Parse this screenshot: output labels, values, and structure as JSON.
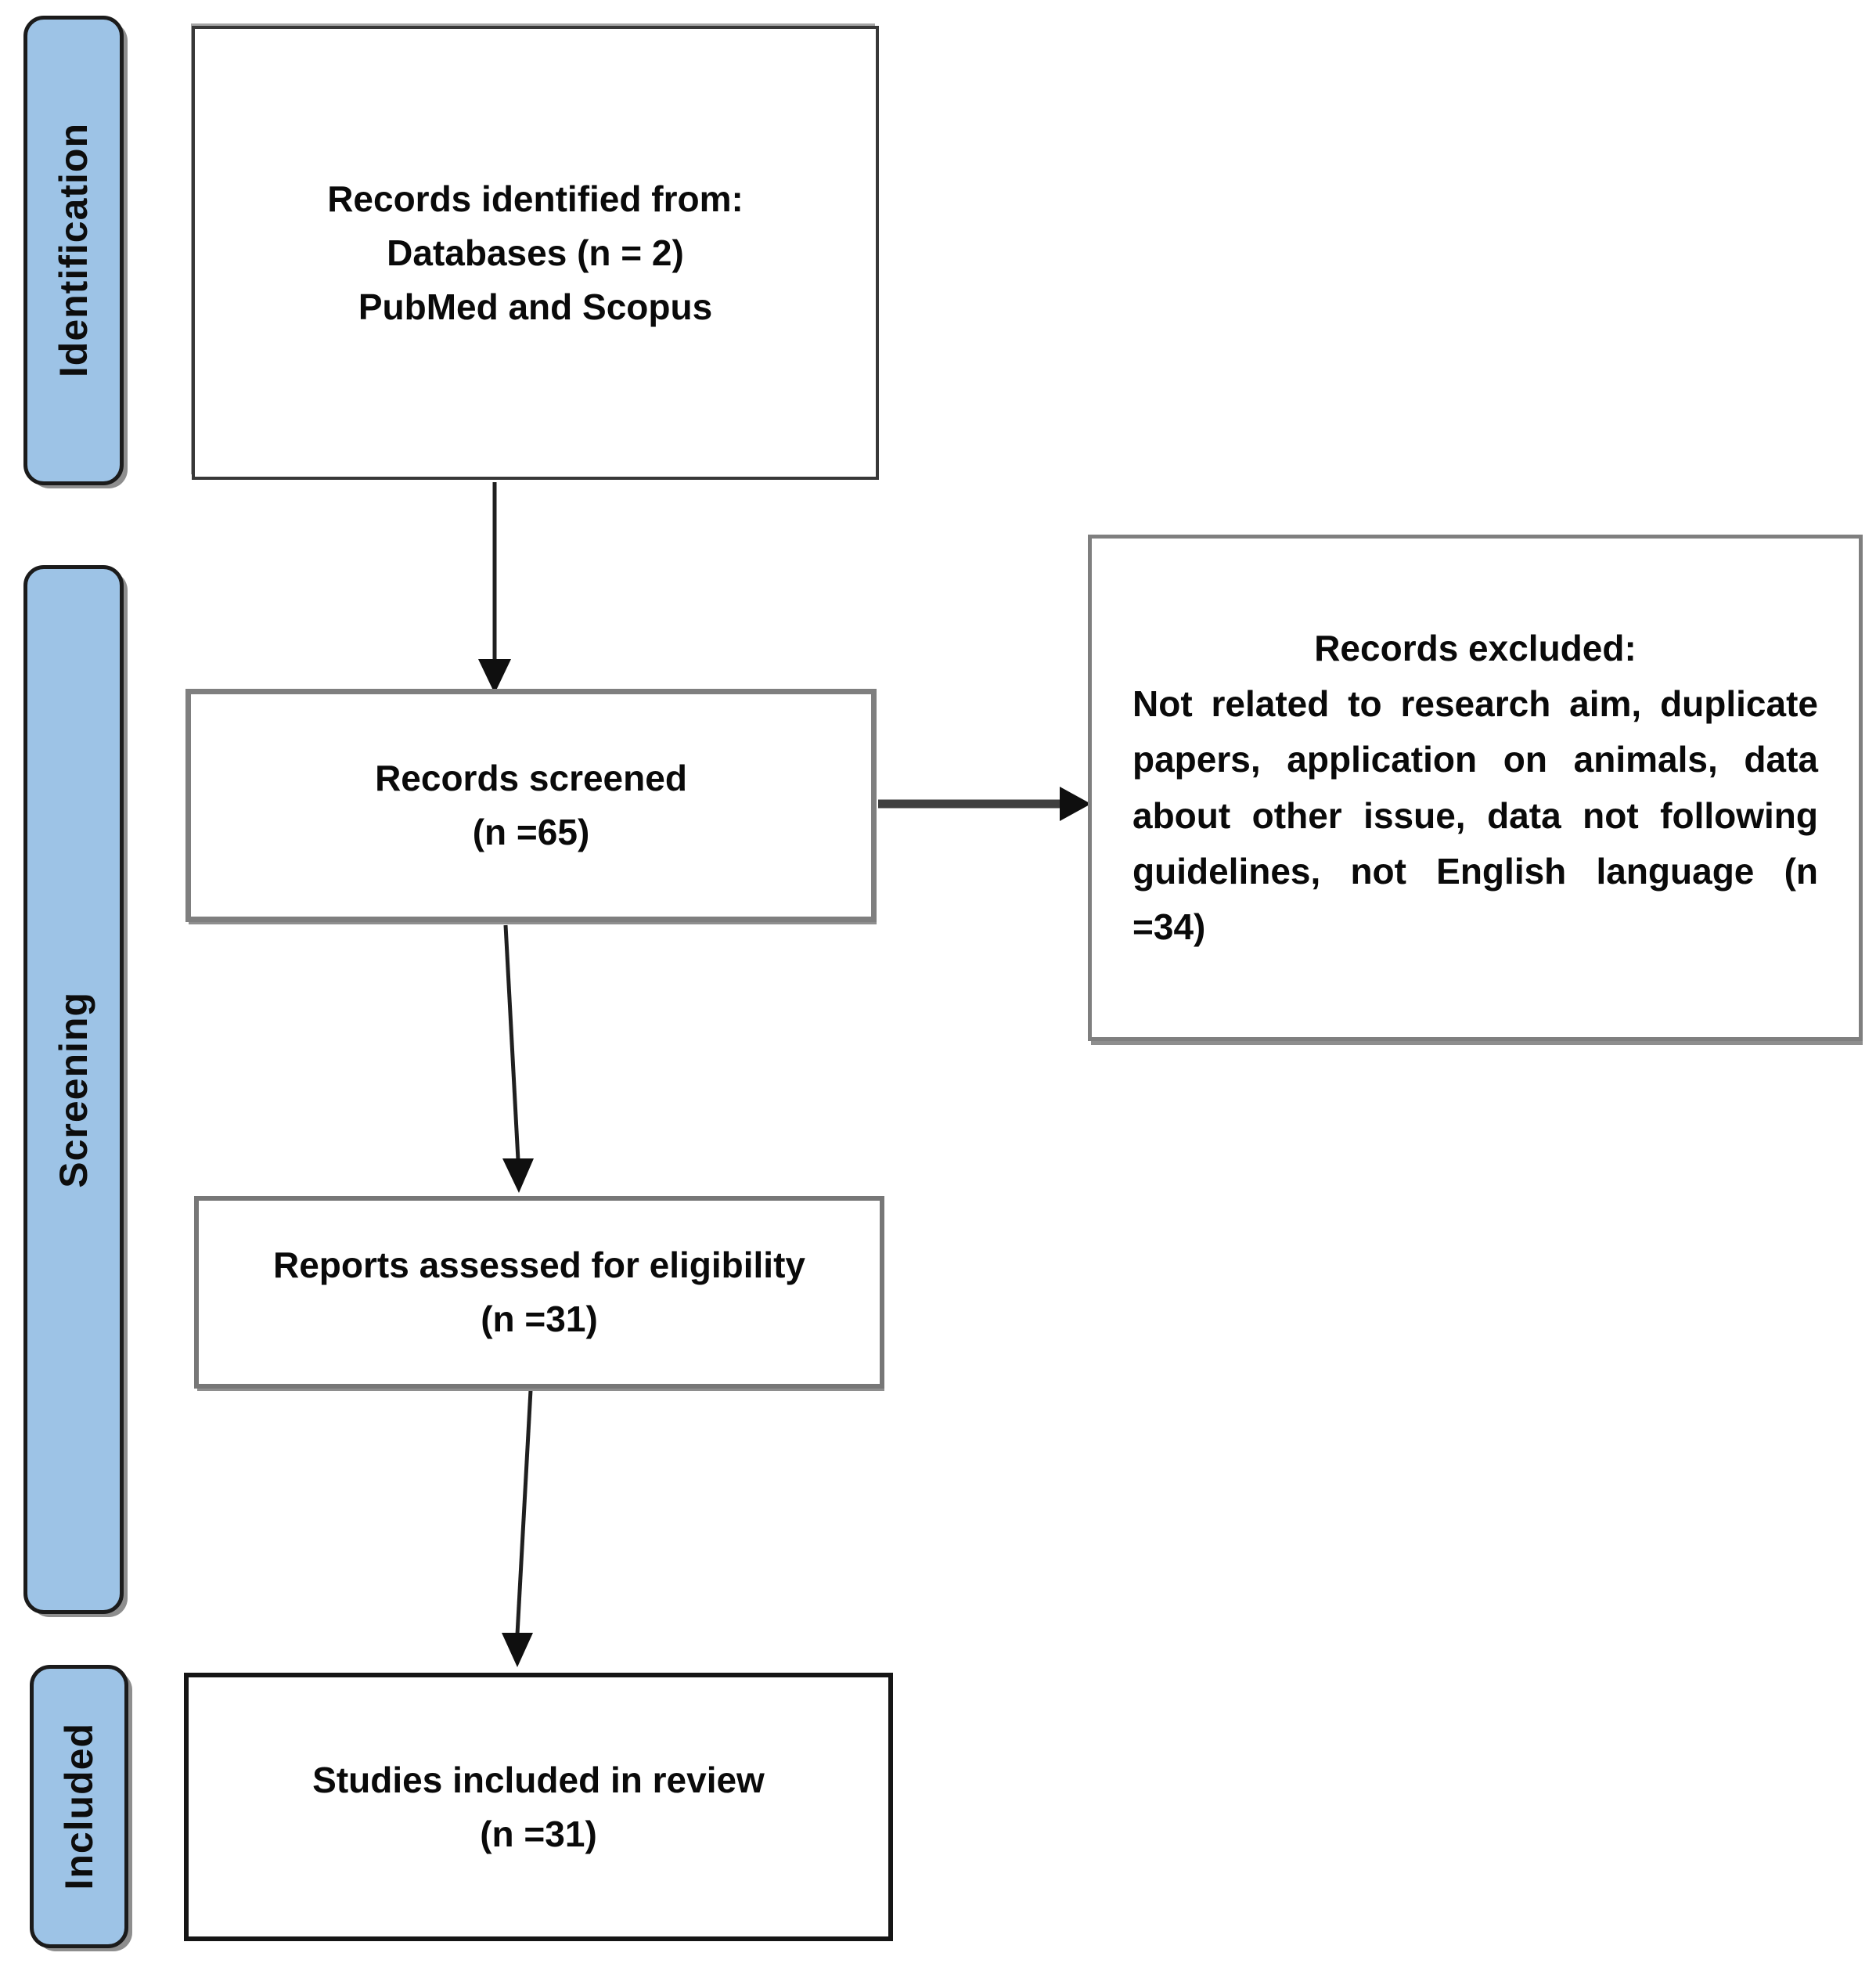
{
  "diagram": {
    "kind": "PRISMA flow diagram"
  },
  "colors": {
    "stage_fill": "#9DC3E6",
    "stage_border": "#1b1b1b",
    "box_border_gray": "#7f7f7f",
    "box_border_black": "#151515",
    "arrow": "#1f1f1f",
    "arrow_thick": "#3f3f3f",
    "background": "#ffffff"
  },
  "stages": [
    {
      "label": "Identification"
    },
    {
      "label": "Screening"
    },
    {
      "label": "Included"
    }
  ],
  "boxes": {
    "identified": {
      "lines": [
        "Records identified from:",
        "Databases (n = 2)",
        "PubMed and Scopus"
      ]
    },
    "screened": {
      "lines": [
        "Records screened",
        "(n =65)"
      ]
    },
    "excluded": {
      "title": "Records excluded:",
      "body": "Not related to research aim, duplicate papers, application on animals, data about other issue, data not following guidelines, not English language (n =34)"
    },
    "assessed": {
      "lines": [
        "Reports assessed for eligibility",
        "(n =31)"
      ]
    },
    "included": {
      "lines": [
        "Studies included in review",
        "(n =31)"
      ]
    }
  }
}
